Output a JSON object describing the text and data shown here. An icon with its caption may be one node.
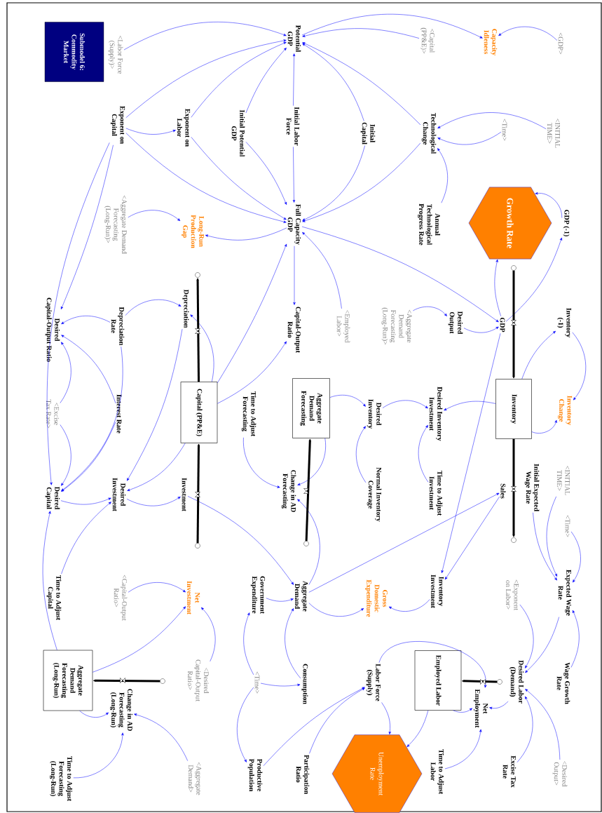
{
  "diagram": {
    "nodes": [
      {
        "text": [
          "Submodel 6: Commodity Market"
        ]
      },
      {
        "text": [
          "<Labor Force (Supply)>"
        ]
      },
      {
        "text": [
          "Potential GDP"
        ]
      },
      {
        "text": [
          "<Capital (PP&E)>"
        ]
      },
      {
        "text": [
          "Capacity Idleness"
        ]
      },
      {
        "text": [
          "<GDP>"
        ]
      },
      {
        "text": [
          "Exponent on Capital"
        ]
      },
      {
        "text": [
          "Exponent on Labor"
        ]
      },
      {
        "text": [
          "Initial Potential GDP"
        ]
      },
      {
        "text": [
          "Initial Labor Force"
        ]
      },
      {
        "text": [
          "Initial Capital"
        ]
      },
      {
        "text": [
          "Technological Change"
        ]
      },
      {
        "text": [
          "<Time>"
        ]
      },
      {
        "text": [
          "<INITIAL TIME>"
        ]
      },
      {
        "text": [
          "<Aggregate Demand Forecasting (Long-Run)>"
        ]
      },
      {
        "text": [
          "Long-Run Production Gap"
        ]
      },
      {
        "text": [
          "Full Capacity GDP"
        ]
      },
      {
        "text": [
          "Annual Technological Progress Rate"
        ]
      },
      {
        "text": [
          "Growth Rate"
        ]
      },
      {
        "text": [
          "GDP (-1)"
        ]
      },
      {
        "text": [
          "Depreciation"
        ]
      },
      {
        "text": [
          "Depreciation Rate"
        ]
      },
      {
        "text": [
          "Desired Capital-Output Ratio"
        ]
      },
      {
        "text": [
          "Capital-Output Ratio"
        ]
      },
      {
        "text": [
          "<Employed Labor>"
        ]
      },
      {
        "text": [
          "<Aggregate Demand Forecasting (Long-Run)>"
        ]
      },
      {
        "text": [
          "Desired Output"
        ]
      },
      {
        "text": [
          "GDP"
        ]
      },
      {
        "text": [
          "Inventory (-1)"
        ]
      },
      {
        "text": [
          "Capital (PP&E)"
        ]
      },
      {
        "text": [
          "Time to Adjust Forecasting"
        ]
      },
      {
        "text": [
          "Aggregate Demand Forecasting"
        ]
      },
      {
        "text": [
          "Desired Inventory"
        ]
      },
      {
        "text": [
          "Desired Inventory Investment"
        ]
      },
      {
        "text": [
          "Inventory"
        ]
      },
      {
        "text": [
          "Inventory Change"
        ]
      },
      {
        "text": [
          "Investment"
        ]
      },
      {
        "text": [
          "Desired Investment"
        ]
      },
      {
        "text": [
          "Interest Rate"
        ]
      },
      {
        "text": [
          "<Excise Tax Rate>"
        ]
      },
      {
        "text": [
          "Desired Capital"
        ]
      },
      {
        "text": [
          "Change in AD Forecasting"
        ]
      },
      {
        "text": [
          "Normal Inventory Coverage"
        ]
      },
      {
        "text": [
          "Time to Adjust Investment"
        ]
      },
      {
        "text": [
          "Sales"
        ]
      },
      {
        "text": [
          "Initial Expected Wage Rate"
        ]
      },
      {
        "text": [
          "<INITIAL TIME>"
        ]
      },
      {
        "text": [
          "<Time>"
        ]
      },
      {
        "text": [
          "Time to Adjust Capital"
        ]
      },
      {
        "text": [
          "<Capital-Output Ratio>"
        ]
      },
      {
        "text": [
          "Net Investment"
        ]
      },
      {
        "text": [
          "Government Expenditure"
        ]
      },
      {
        "text": [
          "Aggregate Demand"
        ]
      },
      {
        "text": [
          "Gross Domestic Expenditure"
        ]
      },
      {
        "text": [
          "Inventory Investment"
        ]
      },
      {
        "text": [
          "<Exponent on Labor>"
        ]
      },
      {
        "text": [
          "Expected Wage Rate"
        ]
      },
      {
        "text": [
          "Aggregate Demand Forecasting (Long-Run)"
        ]
      },
      {
        "text": [
          "Change in AD Forecasting (Long-Run)"
        ]
      },
      {
        "text": [
          "<Desired Capital-Output Ratio>"
        ]
      },
      {
        "text": [
          "<Time>"
        ]
      },
      {
        "text": [
          "Consumption"
        ]
      },
      {
        "text": [
          "Labor Force (Supply)"
        ]
      },
      {
        "text": [
          "Employed Labor"
        ]
      },
      {
        "text": [
          "Net Employment"
        ]
      },
      {
        "text": [
          "Desired Labor (Demand)"
        ]
      },
      {
        "text": [
          "Wage Growth Rate"
        ]
      },
      {
        "text": [
          "Time to Adjust Forecasting (Long-Run)"
        ]
      },
      {
        "text": [
          "<Aggregate Demand>"
        ]
      },
      {
        "text": [
          "Productive Population"
        ]
      },
      {
        "text": [
          "Participation Ratio"
        ]
      },
      {
        "text": [
          "Unemployment Rate"
        ]
      },
      {
        "text": [
          "Time to Adjust Labor"
        ]
      },
      {
        "text": [
          "Excise Tax Rate"
        ]
      },
      {
        "text": [
          "<Desired Output>"
        ]
      },
      {
        "text": [],
        "shape": "circle"
      },
      {
        "text": [],
        "shape": "circle"
      },
      {
        "text": [],
        "shape": "circle"
      },
      {
        "text": [],
        "shape": "circle"
      },
      {
        "text": [],
        "shape": "circle"
      },
      {
        "text": [],
        "shape": "circle"
      },
      {
        "text": [],
        "shape": "circle"
      }
    ],
    "edges": [
      {
        "from": 1,
        "to": 2,
        "arrow": "to"
      },
      {
        "from": 2,
        "to": 4,
        "arrow": "to"
      },
      {
        "from": 3,
        "to": 2,
        "arrow": "to"
      },
      {
        "from": 5,
        "to": 4,
        "arrow": "to"
      },
      {
        "from": 6,
        "to": 2,
        "arrow": "to"
      },
      {
        "from": 7,
        "to": 2,
        "arrow": "to"
      },
      {
        "from": 8,
        "to": 2,
        "arrow": "to"
      },
      {
        "from": 9,
        "to": 2,
        "arrow": "to"
      },
      {
        "from": 9,
        "to": 16,
        "arrow": "to"
      },
      {
        "from": 10,
        "to": 2,
        "arrow": "to"
      },
      {
        "from": 11,
        "to": 2,
        "arrow": "to"
      },
      {
        "from": 13,
        "to": 11,
        "arrow": "to"
      },
      {
        "from": 12,
        "to": 11,
        "arrow": "to"
      },
      {
        "from": 17,
        "to": 11,
        "arrow": "to"
      },
      {
        "from": 6,
        "to": 7,
        "arrow": "to"
      },
      {
        "from": 6,
        "to": 16,
        "arrow": "to"
      },
      {
        "from": 7,
        "to": 16,
        "arrow": "to"
      },
      {
        "from": 8,
        "to": 16,
        "arrow": "to"
      },
      {
        "from": 10,
        "to": 16,
        "arrow": "to"
      },
      {
        "from": 11,
        "to": 16,
        "arrow": "to"
      },
      {
        "from": 6,
        "to": 22,
        "arrow": "to"
      },
      {
        "from": 6,
        "to": 40,
        "arrow": "to"
      },
      {
        "from": 14,
        "to": 15,
        "arrow": "to"
      },
      {
        "from": 16,
        "to": 15,
        "arrow": "to"
      },
      {
        "from": 19,
        "to": 18,
        "arrow": "to"
      },
      {
        "from": 27,
        "to": 18,
        "arrow": "to"
      },
      {
        "from": 27,
        "to": 19,
        "arrow": "to"
      },
      {
        "from": 16,
        "to": 27,
        "arrow": "to"
      },
      {
        "from": 16,
        "to": 23,
        "arrow": "to"
      },
      {
        "from": 24,
        "to": 16,
        "arrow": "to"
      },
      {
        "from": 29,
        "to": 16,
        "arrow": "to"
      },
      {
        "from": 29,
        "to": 23,
        "arrow": "to"
      },
      {
        "from": 29,
        "to": 20,
        "arrow": "to"
      },
      {
        "from": 21,
        "to": 20,
        "arrow": "to"
      },
      {
        "from": 21,
        "to": 22,
        "arrow": "to"
      },
      {
        "from": 21,
        "to": 40,
        "arrow": "to"
      },
      {
        "from": 20,
        "to": 37,
        "arrow": "to"
      },
      {
        "from": 29,
        "to": 37,
        "arrow": "to"
      },
      {
        "from": 39,
        "to": 22,
        "arrow": "to"
      },
      {
        "from": 38,
        "to": 22,
        "arrow": "to"
      },
      {
        "from": 39,
        "to": 40,
        "arrow": "to"
      },
      {
        "from": 38,
        "to": 40,
        "arrow": "to"
      },
      {
        "from": 40,
        "to": 37,
        "arrow": "to"
      },
      {
        "from": 48,
        "to": 37,
        "arrow": "to"
      },
      {
        "from": 37,
        "to": 36,
        "arrow": "to"
      },
      {
        "from": 57,
        "to": 40,
        "arrow": "to"
      },
      {
        "from": 36,
        "to": 52,
        "arrow": "to"
      },
      {
        "from": 30,
        "to": 41,
        "arrow": "to"
      },
      {
        "from": 31,
        "to": 41,
        "arrow": "to"
      },
      {
        "from": 52,
        "to": 41,
        "arrow": "to"
      },
      {
        "from": 31,
        "to": 32,
        "arrow": "to"
      },
      {
        "from": 42,
        "to": 32,
        "arrow": "to"
      },
      {
        "from": 32,
        "to": 33,
        "arrow": "to"
      },
      {
        "from": 43,
        "to": 33,
        "arrow": "to"
      },
      {
        "from": 34,
        "to": 33,
        "arrow": "to"
      },
      {
        "from": 34,
        "to": 28,
        "arrow": "to"
      },
      {
        "from": 28,
        "to": 35,
        "arrow": "to"
      },
      {
        "from": 34,
        "to": 35,
        "arrow": "to"
      },
      {
        "from": 25,
        "to": 26,
        "arrow": "to"
      },
      {
        "from": 26,
        "to": 27,
        "arrow": "to"
      },
      {
        "from": 27,
        "to": 54,
        "arrow": "to"
      },
      {
        "from": 44,
        "to": 54,
        "arrow": "to"
      },
      {
        "from": 52,
        "to": 44,
        "arrow": "to"
      },
      {
        "from": 54,
        "to": 53,
        "arrow": "to"
      },
      {
        "from": 52,
        "to": 53,
        "arrow": "to"
      },
      {
        "from": 51,
        "to": 52,
        "arrow": "to"
      },
      {
        "from": 61,
        "to": 52,
        "arrow": "to"
      },
      {
        "from": 60,
        "to": 61,
        "arrow": "to"
      },
      {
        "from": 60,
        "to": 51,
        "arrow": "to"
      },
      {
        "from": 60,
        "to": 69,
        "arrow": "to"
      },
      {
        "from": 59,
        "to": 50,
        "arrow": "to"
      },
      {
        "from": 49,
        "to": 50,
        "arrow": "to"
      },
      {
        "from": 57,
        "to": 50,
        "arrow": "to"
      },
      {
        "from": 57,
        "to": 58,
        "arrow": "to"
      },
      {
        "from": 68,
        "to": 58,
        "arrow": "to"
      },
      {
        "from": 67,
        "to": 58,
        "arrow": "to"
      },
      {
        "from": 69,
        "to": 62,
        "arrow": "to"
      },
      {
        "from": 70,
        "to": 62,
        "arrow": "to"
      },
      {
        "from": 62,
        "to": 64,
        "arrow": "to"
      },
      {
        "from": 62,
        "to": 71,
        "arrow": "to"
      },
      {
        "from": 63,
        "to": 71,
        "arrow": "to"
      },
      {
        "from": 63,
        "to": 64,
        "arrow": "to"
      },
      {
        "from": 65,
        "to": 64,
        "arrow": "to"
      },
      {
        "from": 72,
        "to": 64,
        "arrow": "to"
      },
      {
        "from": 55,
        "to": 65,
        "arrow": "to"
      },
      {
        "from": 56,
        "to": 65,
        "arrow": "to"
      },
      {
        "from": 73,
        "to": 65,
        "arrow": "to"
      },
      {
        "from": 74,
        "to": 65,
        "arrow": "to"
      },
      {
        "from": 66,
        "to": 56,
        "arrow": "to"
      },
      {
        "from": 45,
        "to": 56,
        "arrow": "to"
      },
      {
        "from": 46,
        "to": 56,
        "arrow": "to"
      },
      {
        "from": 47,
        "to": 56,
        "arrow": "to"
      },
      {
        "from": 29,
        "to": 75,
        "arrow": "to",
        "style": "thick",
        "color": "#000000"
      },
      {
        "from": 76,
        "to": 29,
        "arrow": "to",
        "style": "thick",
        "color": "#000000"
      },
      {
        "from": 77,
        "to": 31,
        "arrow": "to",
        "style": "thick",
        "color": "#000000"
      },
      {
        "from": 78,
        "to": 34,
        "arrow": "to",
        "style": "thick",
        "color": "#000000"
      },
      {
        "from": 34,
        "to": 79,
        "arrow": "to",
        "style": "thick",
        "color": "#000000"
      },
      {
        "from": 80,
        "to": 57,
        "arrow": "to",
        "style": "thick",
        "color": "#000000"
      },
      {
        "from": 81,
        "to": 63,
        "arrow": "to",
        "style": "thick",
        "color": "#000000"
      }
    ]
  }
}
